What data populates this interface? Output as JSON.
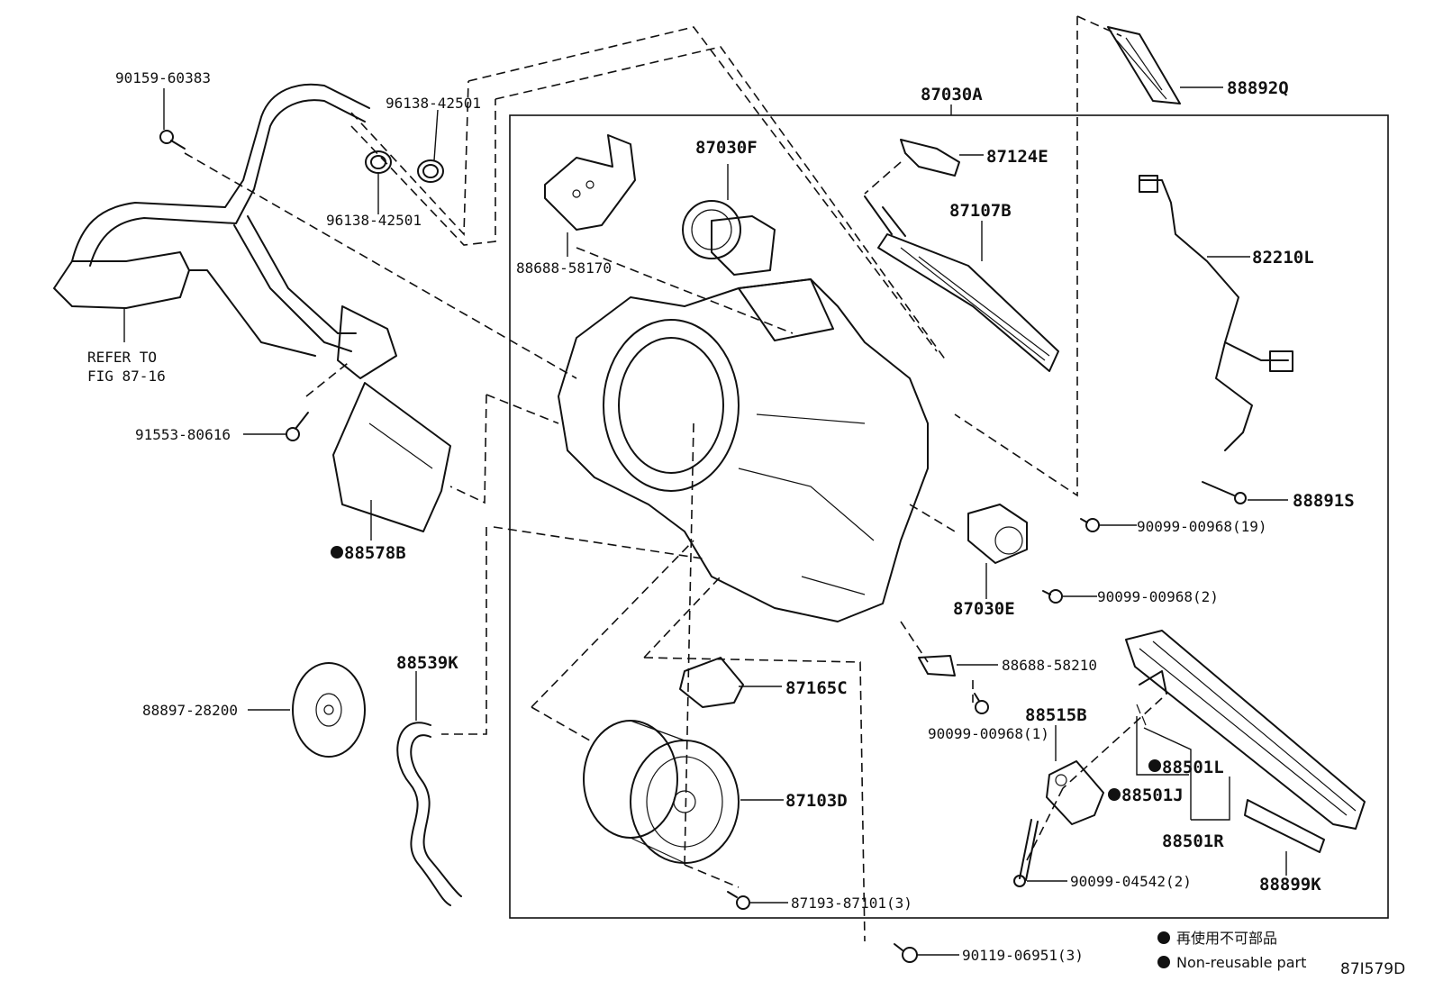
{
  "diagram": {
    "assembly_label": "87030A",
    "figure_code": "87I579D",
    "refer_text_line1": "REFER TO",
    "refer_text_line2": "FIG 87-16",
    "legend": {
      "jp": "再使用不可部品",
      "en": "Non-reusable part"
    },
    "parts": [
      {
        "id": "p90159",
        "text": "90159-60383",
        "nonreusable": false
      },
      {
        "id": "p96138a",
        "text": "96138-42501",
        "nonreusable": false
      },
      {
        "id": "p96138b",
        "text": "96138-42501",
        "nonreusable": false
      },
      {
        "id": "p88688a",
        "text": "88688-58170",
        "nonreusable": false
      },
      {
        "id": "p87030F",
        "text": "87030F",
        "nonreusable": false
      },
      {
        "id": "p87124E",
        "text": "87124E",
        "nonreusable": false
      },
      {
        "id": "p87107B",
        "text": "87107B",
        "nonreusable": false
      },
      {
        "id": "p88892Q",
        "text": "88892Q",
        "nonreusable": false
      },
      {
        "id": "p82210L",
        "text": "82210L",
        "nonreusable": false
      },
      {
        "id": "p88891S",
        "text": "88891S",
        "nonreusable": false
      },
      {
        "id": "p91553",
        "text": "91553-80616",
        "nonreusable": false
      },
      {
        "id": "p88578B",
        "text": "88578B",
        "nonreusable": true
      },
      {
        "id": "p90099a",
        "text": "90099-00968(19)",
        "nonreusable": false
      },
      {
        "id": "p90099b",
        "text": "90099-00968(2)",
        "nonreusable": false
      },
      {
        "id": "p87030E",
        "text": "87030E",
        "nonreusable": false
      },
      {
        "id": "p88688b",
        "text": "88688-58210",
        "nonreusable": false
      },
      {
        "id": "p88539K",
        "text": "88539K",
        "nonreusable": false
      },
      {
        "id": "p88897",
        "text": "88897-28200",
        "nonreusable": false
      },
      {
        "id": "p87165C",
        "text": "87165C",
        "nonreusable": false
      },
      {
        "id": "p88515B",
        "text": "88515B",
        "nonreusable": false
      },
      {
        "id": "p90099c",
        "text": "90099-00968(1)",
        "nonreusable": false
      },
      {
        "id": "p88501L",
        "text": "88501L",
        "nonreusable": true
      },
      {
        "id": "p88501J",
        "text": "88501J",
        "nonreusable": true
      },
      {
        "id": "p88501R",
        "text": "88501R",
        "nonreusable": false
      },
      {
        "id": "p87103D",
        "text": "87103D",
        "nonreusable": false
      },
      {
        "id": "p90099d",
        "text": "90099-04542(2)",
        "nonreusable": false
      },
      {
        "id": "p88899K",
        "text": "88899K",
        "nonreusable": false
      },
      {
        "id": "p87193",
        "text": "87193-87101(3)",
        "nonreusable": false
      },
      {
        "id": "p90119",
        "text": "90119-06951(3)",
        "nonreusable": false
      }
    ]
  }
}
